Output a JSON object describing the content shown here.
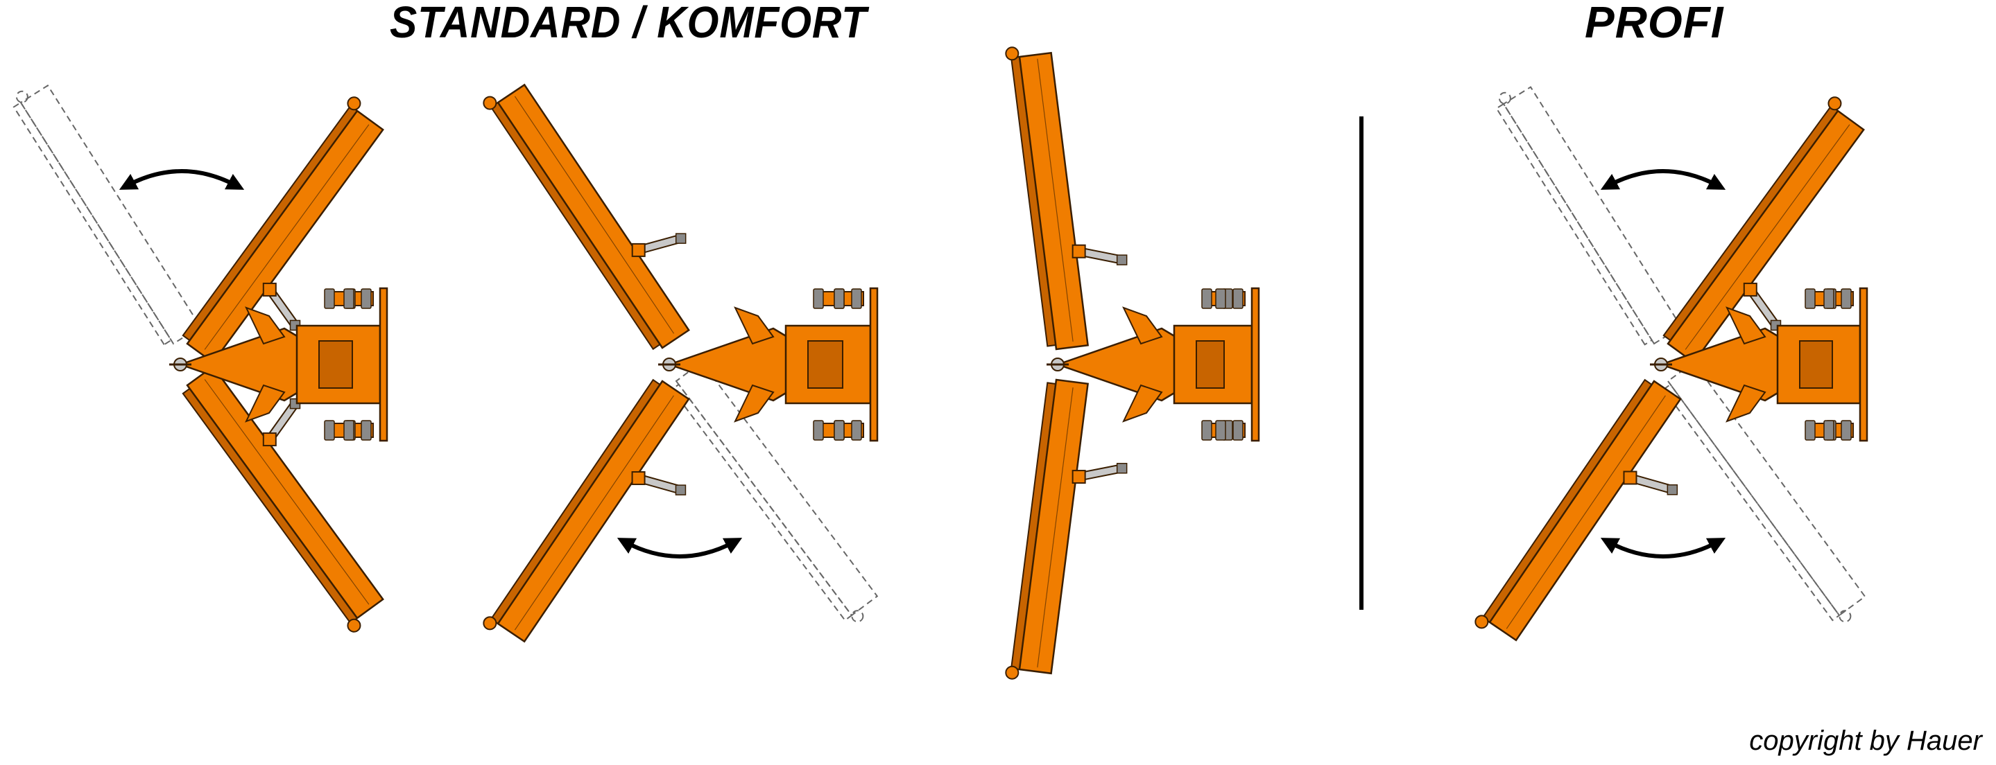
{
  "headings": {
    "standard_komfort": "STANDARD / KOMFORT",
    "profi": "PROFI"
  },
  "copyright": "copyright by Hauer",
  "colors": {
    "blade_fill": "#f07d00",
    "outline": "#3a1e00",
    "shadow": "#c86400",
    "steel": "#c8c8c8",
    "bolt": "#8a8a8a",
    "ghost": "#666666",
    "ink": "#000000",
    "background": "#ffffff"
  },
  "icons": {
    "pivot": "pivot-pin-icon",
    "arrow": "double-curved-arrow-icon"
  },
  "configurations": [
    {
      "id": "closed-v",
      "group": "standard_komfort",
      "arrows": [
        "top"
      ]
    },
    {
      "id": "open-v",
      "group": "standard_komfort",
      "arrows": [
        "bottom"
      ]
    },
    {
      "id": "straight",
      "group": "standard_komfort",
      "arrows": []
    },
    {
      "id": "profi-split",
      "group": "profi",
      "arrows": [
        "top",
        "bottom"
      ]
    }
  ]
}
